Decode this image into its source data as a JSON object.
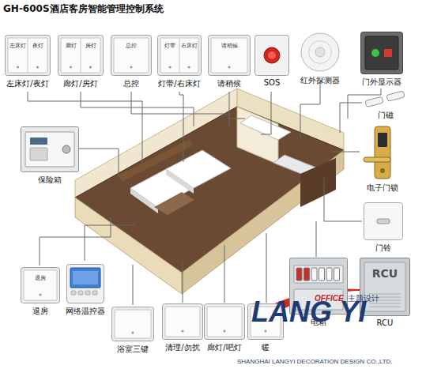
{
  "diagram": {
    "title": "GH-600S酒店客房智能管理控制系统",
    "nodes": [
      {
        "text": [
          "左床灯",
          "夜灯",
          "左床灯/夜灯"
        ]
      },
      {
        "text": [
          "廊灯",
          "房灯",
          "廊灯/房灯"
        ]
      },
      {
        "text": [
          "总控",
          "总控"
        ]
      },
      {
        "text": [
          "灯带",
          "右床灯",
          "灯带/右床灯"
        ]
      },
      {
        "text": [
          "请稍候",
          "请稍候"
        ]
      },
      {
        "text": [
          "SOS"
        ]
      },
      {
        "text": [
          "红外探测器"
        ]
      },
      {
        "text": [
          "门外显示器"
        ]
      },
      {
        "text": [
          "门磁"
        ]
      },
      {
        "text": [
          "保险箱"
        ]
      },
      {
        "text": [
          "电子门锁"
        ]
      },
      {
        "text": [
          "门铃"
        ]
      },
      {
        "text": [
          "退房",
          "退房"
        ]
      },
      {
        "text": [
          "网络温控器"
        ]
      },
      {
        "text": [
          "浴室三键"
        ]
      },
      {
        "text": [
          "清理/勿扰"
        ]
      },
      {
        "text": [
          "廊灯/吧灯"
        ]
      },
      {
        "text": [
          "暖"
        ]
      },
      {
        "text": [
          "电箱"
        ]
      },
      {
        "text": [
          "RCU",
          "RCU"
        ]
      }
    ],
    "labels": [
      "LANG YI",
      "OFFICE",
      "主题设计",
      "SHANGHAI LANGYI DECORATION DESIGN CO.,LTD."
    ]
  }
}
